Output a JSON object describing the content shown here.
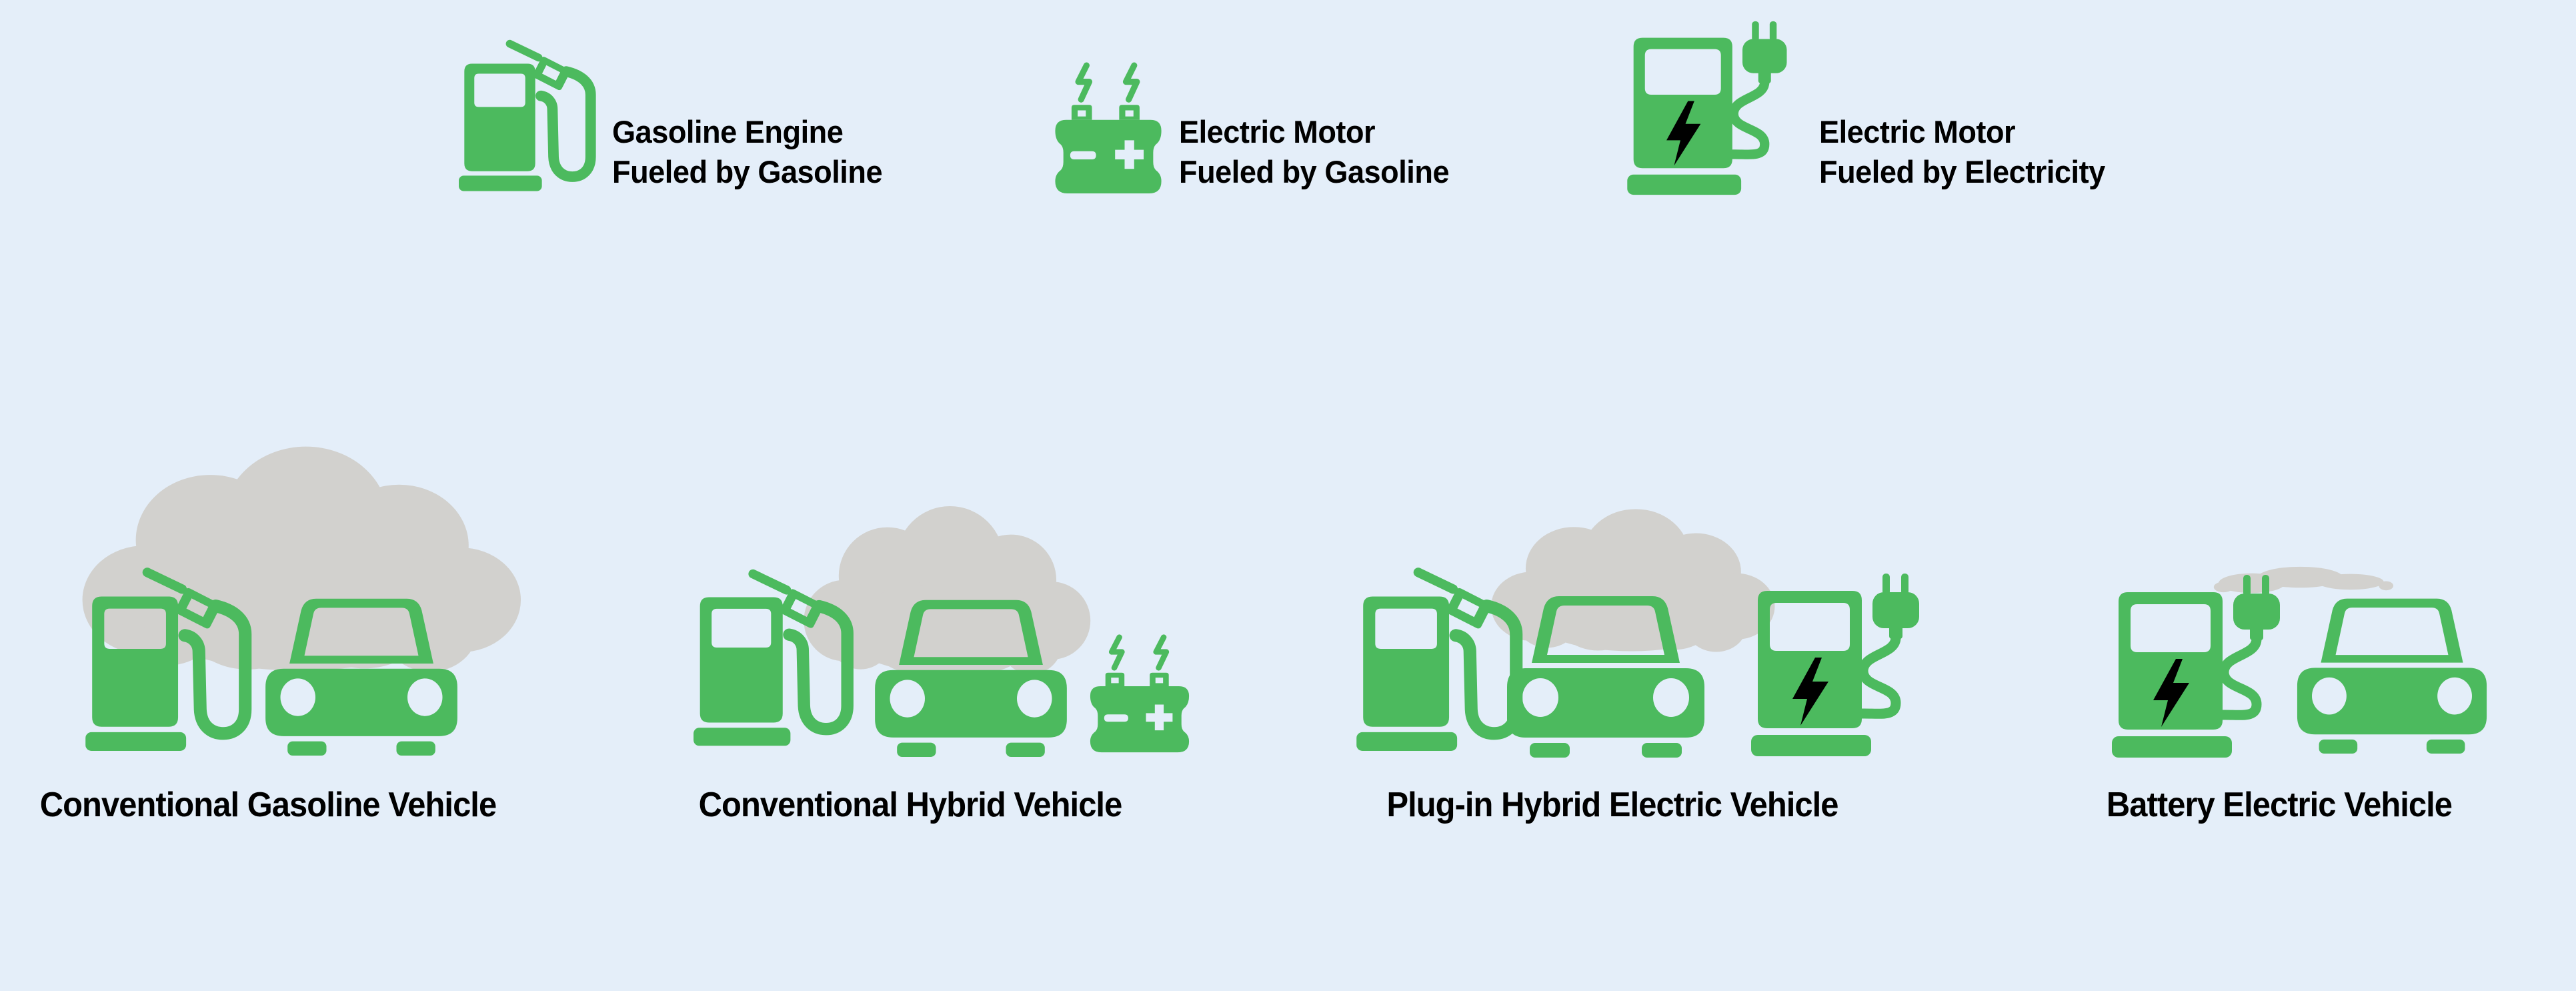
{
  "colors": {
    "background": "#e4eef9",
    "green": "#4cba5e",
    "cloud_gray": "#d2d1ce",
    "text": "#000000",
    "bolt_black": "#000000"
  },
  "legend": {
    "items": [
      {
        "icon": "gas-pump-icon",
        "line1": "Gasoline Engine",
        "line2": "Fueled by Gasoline"
      },
      {
        "icon": "battery-icon",
        "line1": "Electric Motor",
        "line2": "Fueled by Gasoline"
      },
      {
        "icon": "charging-station-icon",
        "line1": "Electric Motor",
        "line2": "Fueled by Electricity"
      }
    ]
  },
  "vehicle_types": [
    {
      "label": "Conventional Gasoline Vehicle",
      "emission_cloud": "large",
      "icons": [
        "gas-pump-icon",
        "car-icon"
      ]
    },
    {
      "label": "Conventional Hybrid Vehicle",
      "emission_cloud": "medium",
      "icons": [
        "gas-pump-icon",
        "car-icon",
        "battery-icon"
      ]
    },
    {
      "label": "Plug-in Hybrid Electric Vehicle",
      "emission_cloud": "small",
      "icons": [
        "gas-pump-icon",
        "car-icon",
        "charging-station-icon"
      ]
    },
    {
      "label": "Battery Electric Vehicle",
      "emission_cloud": "wisp",
      "icons": [
        "charging-station-icon",
        "car-icon"
      ]
    }
  ]
}
